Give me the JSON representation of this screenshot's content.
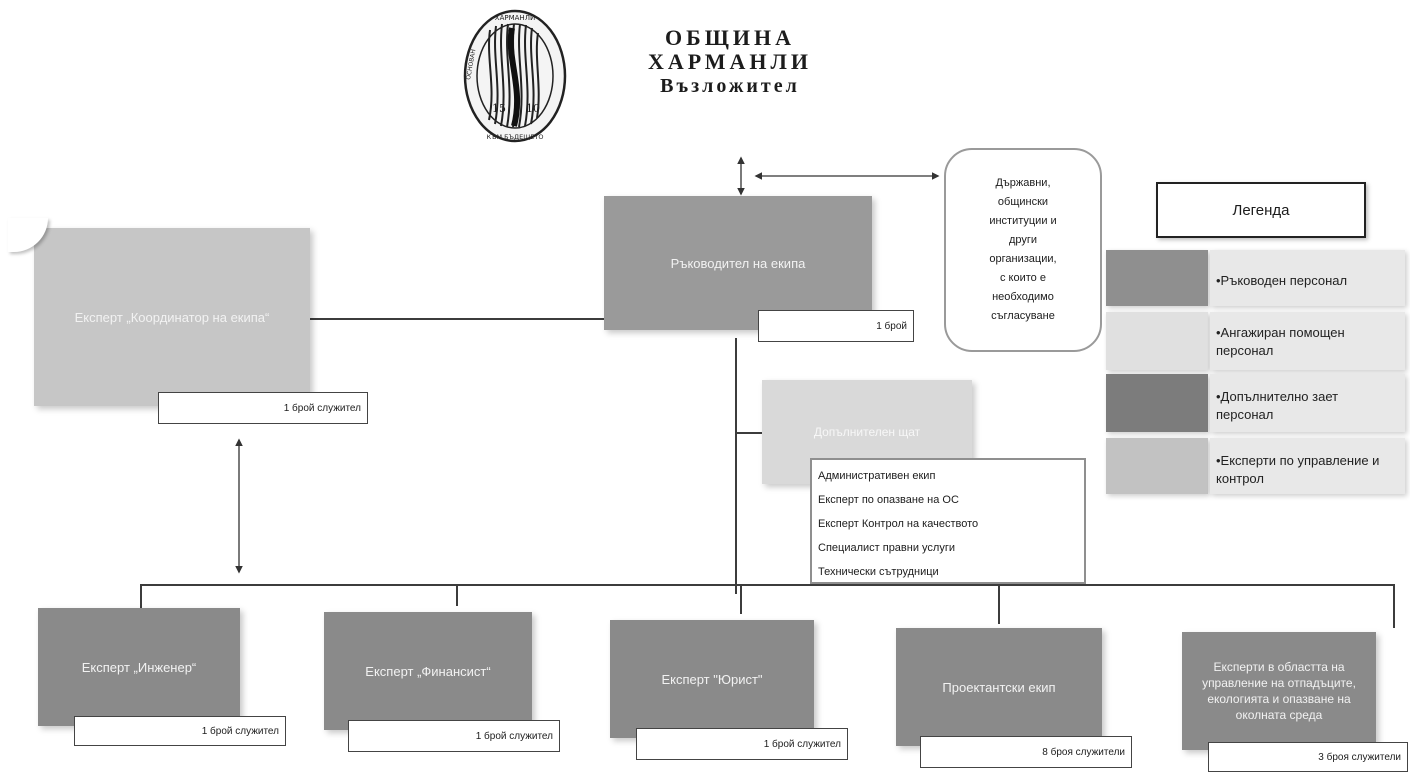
{
  "header": {
    "title_lines": [
      "ОБЩИНА",
      "ХАРМАНЛИ",
      "Възложител"
    ],
    "seal": {
      "top_text": "ХАРМАНЛИ",
      "bottom_text": "КЪМ БЪДЕЩЕТО",
      "left_text": "ОСНОВАН",
      "number_left": "15",
      "number_right": "10"
    }
  },
  "nodes": {
    "team_leader": {
      "title": "Ръководител на екипа",
      "count": "1 брой"
    },
    "coordinator": {
      "title": "Експерт „Координатор на екипа“",
      "count": "1 брой служител"
    },
    "institutions": {
      "text": "Държавни,\nобщински\nинституции и\nдруги\nорганизации,\nс които е\nнеобходимо\nсъгласуване"
    },
    "additional_staff": {
      "title": "Допълнителен щат",
      "items": [
        "Административен екип",
        "Експерт по опазване на ОС",
        "Експерт Контрол на качеството",
        "Специалист правни услуги",
        "Технически сътрудници"
      ]
    },
    "experts": [
      {
        "title": "Експерт „Инженер“",
        "count": "1 брой служител"
      },
      {
        "title": "Експерт „Финансист“",
        "count": "1 брой служител"
      },
      {
        "title": "Експерт \"Юрист\"",
        "count": "1 брой служител"
      },
      {
        "title": "Проектантски екип",
        "count": "8 броя служители"
      },
      {
        "title": "Експерти в областта на управление на отпадъците, екологията и опазване на околната среда",
        "count": "3 броя служители"
      }
    ]
  },
  "legend": {
    "title": "Легенда",
    "items": [
      {
        "label": "•Ръководен персонал",
        "color": "#8f8f8f"
      },
      {
        "label": "•Ангажиран помощен персонал",
        "color": "#e0e0e0"
      },
      {
        "label": "•Допълнително зает персонал",
        "color": "#7c7c7c"
      },
      {
        "label": "•Експерти по управление и контрол",
        "color": "#c2c2c2"
      }
    ]
  },
  "colors": {
    "leadership": "#9a9a9a",
    "coordinator": "#c6c6c6",
    "additional": "#d9d9d9",
    "expert": "#8a8a8a"
  }
}
